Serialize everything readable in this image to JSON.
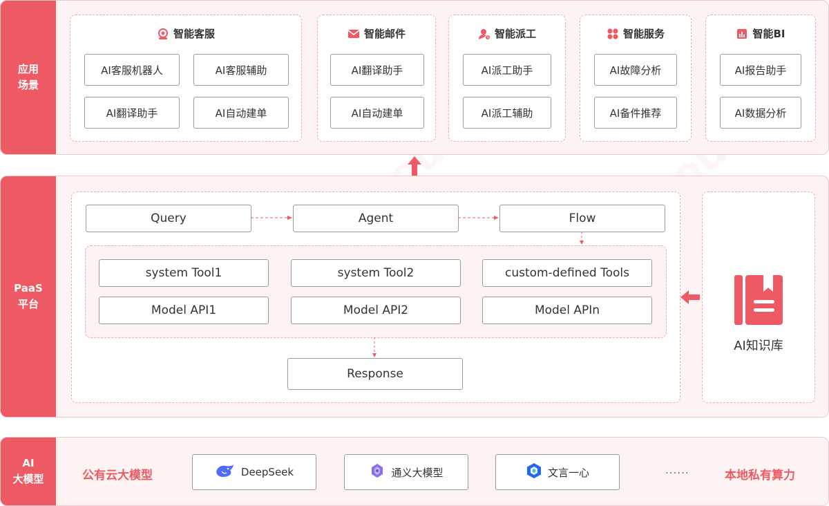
{
  "bands": {
    "app": {
      "label": "应用\n场景"
    },
    "paas": {
      "label": "PaaS\n平台"
    },
    "ai": {
      "label": "AI\n大模型"
    }
  },
  "app_groups": [
    {
      "title": "智能客服",
      "icon": "customer-service-icon",
      "items": [
        "AI客服机器人",
        "AI客服辅助",
        "AI翻译助手",
        "AI自动建单"
      ]
    },
    {
      "title": "智能邮件",
      "icon": "mail-icon",
      "items": [
        "AI翻译助手",
        "AI自动建单"
      ]
    },
    {
      "title": "智能派工",
      "icon": "dispatch-worker-icon",
      "items": [
        "AI派工助手",
        "AI派工辅助"
      ]
    },
    {
      "title": "智能服务",
      "icon": "service-grid-icon",
      "items": [
        "AI故障分析",
        "AI备件推荐"
      ]
    },
    {
      "title": "智能BI",
      "icon": "bar-chart-icon",
      "items": [
        "AI报告助手",
        "AI数据分析"
      ]
    }
  ],
  "paas": {
    "flow": [
      "Query",
      "Agent",
      "Flow"
    ],
    "tools": [
      "system Tool1",
      "system Tool2",
      "custom-defined Tools",
      "Model API1",
      "Model API2",
      "Model APIn"
    ],
    "response": "Response",
    "knowledge_base": "AI知识库"
  },
  "ai": {
    "public_cloud": "公有云大模型",
    "models": [
      {
        "name": "DeepSeek",
        "icon": "deepseek-whale-icon"
      },
      {
        "name": "通义大模型",
        "icon": "tongyi-icon"
      },
      {
        "name": "文言一心",
        "icon": "wenxin-icon"
      }
    ],
    "ellipsis": "......",
    "private_compute": "本地私有算力"
  },
  "colors": {
    "accent": "#ed5a63",
    "panel_bg": "#fdf3f3",
    "dashed": "#f0a9ad"
  }
}
